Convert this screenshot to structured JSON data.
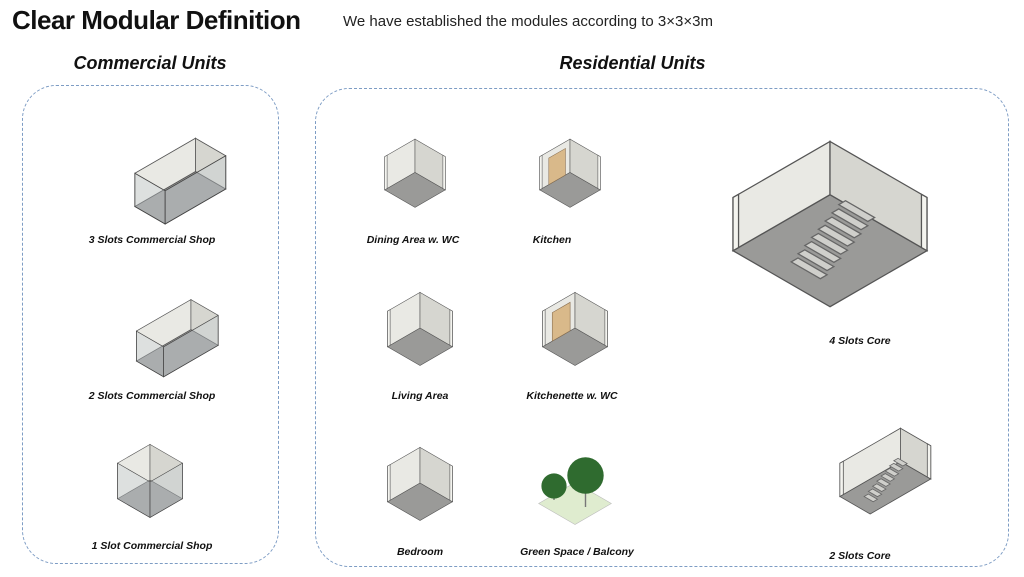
{
  "header": {
    "title": "Clear Modular Definition",
    "subtitle": "We have established the modules according to 3×3×3m"
  },
  "commercial": {
    "title": "Commercial Units",
    "units": [
      {
        "label": "3 Slots Commercial Shop"
      },
      {
        "label": "2 Slots Commercial Shop"
      },
      {
        "label": "1 Slot Commercial Shop"
      }
    ]
  },
  "residential": {
    "title": "Residential Units",
    "units": [
      {
        "label": "Dining Area w. WC"
      },
      {
        "label": "Kitchen"
      },
      {
        "label": "Living Area"
      },
      {
        "label": "Kitchenette w. WC"
      },
      {
        "label": "Bedroom"
      },
      {
        "label": "Green Space / Balcony"
      },
      {
        "label": "4 Slots Core"
      },
      {
        "label": "2 Slots Core"
      }
    ]
  },
  "colors": {
    "panel_border": "#7d9cc4",
    "floor": "#9a9a98",
    "wall": "#e9e9e4",
    "tree": "#2f6b2f",
    "grass": "#dfeccf"
  }
}
